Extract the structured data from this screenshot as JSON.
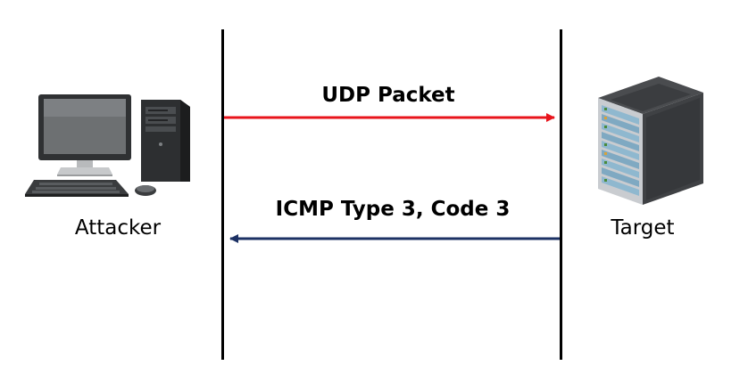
{
  "messages": {
    "request_label": "UDP Packet",
    "response_label": "ICMP Type 3, Code 3"
  },
  "nodes": {
    "attacker_label": "Attacker",
    "target_label": "Target"
  },
  "colors": {
    "request_arrow": "#e8141c",
    "response_arrow": "#1c3164",
    "lifeline": "#000000"
  },
  "icons": {
    "attacker": "desktop-computer-icon",
    "target": "server-rack-icon"
  }
}
